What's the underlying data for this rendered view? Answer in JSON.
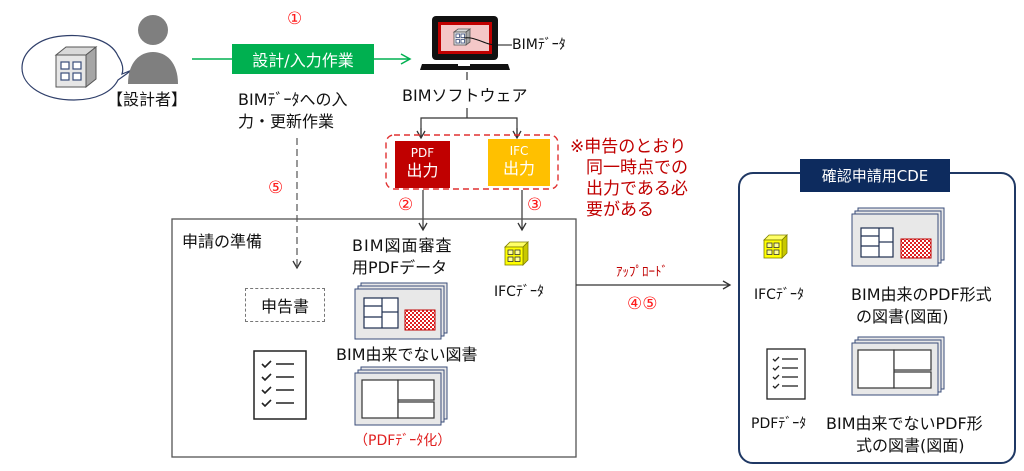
{
  "designer": {
    "label": "【設計者】",
    "icon": "person-icon",
    "thought_icon": "building-icon"
  },
  "step_markers": {
    "step1": "①",
    "step2": "②",
    "step3": "③",
    "step5_left": "⑤",
    "step45": "④⑤"
  },
  "design_task": {
    "label": "設計/入力作業",
    "description_line1": "BIMﾃﾞｰﾀへの入",
    "description_line2": "力・更新作業",
    "color": "#00b050"
  },
  "bim_software": {
    "label": "BIMソフトウェア",
    "data_callout": "BIMﾃﾞｰﾀ",
    "icon": "laptop-icon"
  },
  "outputs": {
    "pdf": {
      "line1": "PDF",
      "line2": "出力",
      "color": "#c00000"
    },
    "ifc": {
      "line1": "IFC",
      "line2": "出力",
      "color": "#ffc000"
    },
    "note_lines": [
      "※申告のとおり",
      "同一時点での",
      "出力である必",
      "要がある"
    ],
    "note_color": "#c00000"
  },
  "preparation": {
    "title": "申請の準備",
    "declaration": "申告書",
    "bim_review_pdf_line1": "BIM図面審査",
    "bim_review_pdf_line2": "用PDFデータ",
    "ifc_data": "IFCﾃﾞｰﾀ",
    "non_bim_docs": "BIM由来でない図書",
    "pdf_conversion": "（PDFﾃﾞｰﾀ化）"
  },
  "upload": {
    "label": "ｱｯﾌﾟﾛｰﾄﾞ"
  },
  "cde": {
    "title": "確認申請用CDE",
    "title_color": "#0d2b5e",
    "ifc_data": "IFCﾃﾞｰﾀ",
    "bim_pdf_line1": "BIM由来のPDF形式",
    "bim_pdf_line2": "の図書(図面)",
    "pdf_data": "PDFﾃﾞｰﾀ",
    "non_bim_pdf_line1": "BIM由来でないPDF形",
    "non_bim_pdf_line2": "式の図書(図面)"
  }
}
